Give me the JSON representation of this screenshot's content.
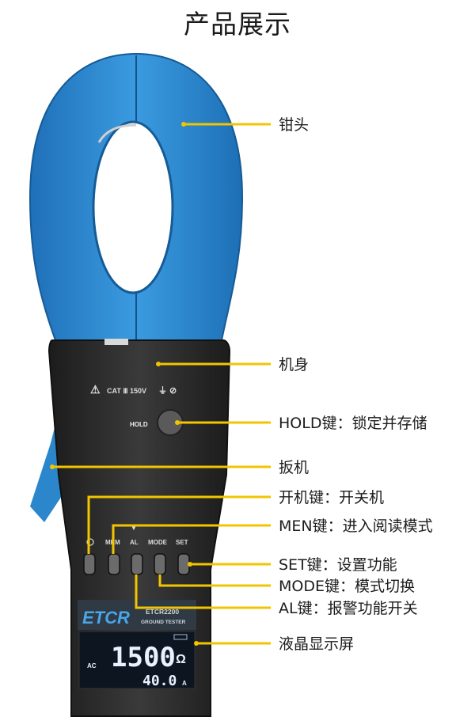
{
  "title": "产品展示",
  "labels": {
    "clamp_head": "钳头",
    "body": "机身",
    "hold": "HOLD键：锁定并存储",
    "trigger": "扳机",
    "power": "开机键：开关机",
    "men": "MEN键：进入阅读模式",
    "set": "SET键：设置功能",
    "mode": "MODE键：模式切换",
    "al": "AL键：报警功能开关",
    "lcd": "液晶显示屏"
  },
  "device": {
    "warning_text": "CAT Ⅲ 150V",
    "hold_button": "HOLD",
    "buttons": [
      "MEM",
      "AL",
      "MODE",
      "SET"
    ],
    "brand": "ETCR",
    "model": "ETCR2200",
    "subtitle": "GROUND TESTER",
    "lcd_main": "1500",
    "lcd_unit": "Ω",
    "lcd_sub": "40.0",
    "lcd_sub_unit": "A",
    "lcd_mode": "AC"
  },
  "colors": {
    "clamp_blue": "#2f8fd6",
    "body_dark": "#2a2a2a",
    "callout_yellow": "#f2c500",
    "lcd_bg": "#0d1620",
    "lcd_text": "#e8f2ff"
  }
}
